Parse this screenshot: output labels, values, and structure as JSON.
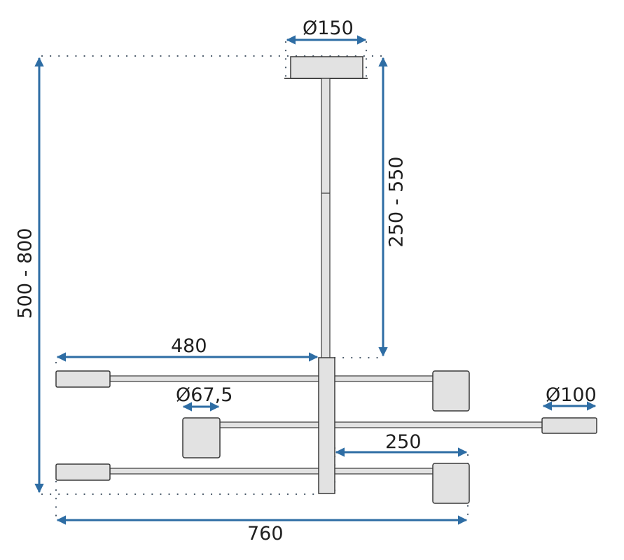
{
  "diagram": {
    "type": "technical-dimension-drawing",
    "subject": "pendant-lamp",
    "colors": {
      "dimension_line": "#2e6da4",
      "part_fill": "#e2e2e2",
      "part_stroke": "#3a3a3a",
      "guide_dots": "#4a5a6a",
      "text": "#1f1f1f"
    },
    "dimensions": {
      "canopy_diameter": "Ø150",
      "rod_height": "250 - 550",
      "total_height": "500 - 800",
      "left_arm_length": "480",
      "small_shade_diameter": "Ø67,5",
      "large_shade_diameter": "Ø100",
      "right_arm_length": "250",
      "total_width": "760"
    }
  }
}
